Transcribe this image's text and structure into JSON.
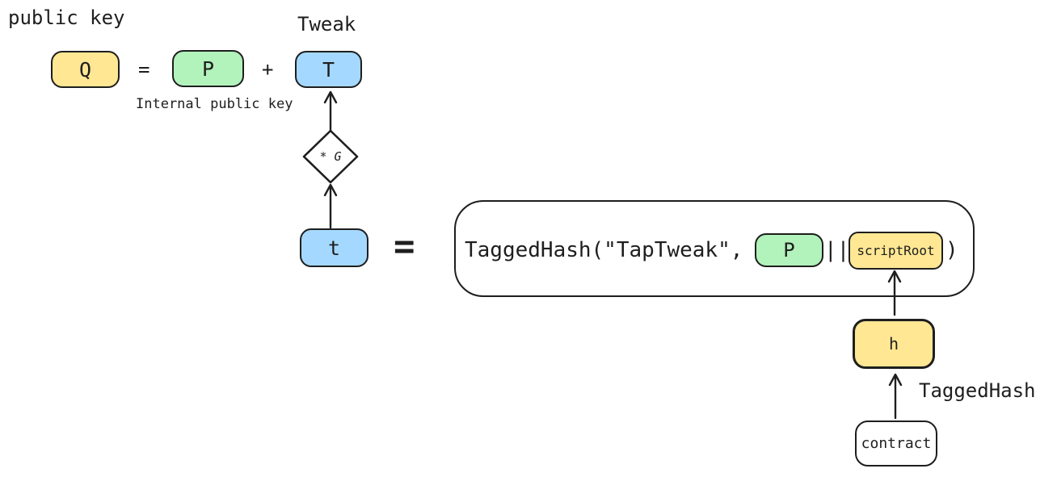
{
  "colors": {
    "stroke": "#1e1e1e",
    "yellow_fill": "#ffe793",
    "green_fill": "#b2f2bb",
    "blue_fill": "#a5d8ff",
    "background": "#ffffff"
  },
  "equation": {
    "public_key_label": "public key",
    "tweak_label": "Tweak",
    "internal_public_key_label": "Internal public key",
    "q_label": "Q",
    "equals": "=",
    "p_label": "P",
    "plus": "+",
    "t_label": "T"
  },
  "generator": {
    "multiply_label": "* G"
  },
  "tweak_scalar": {
    "t_label": "t",
    "equals": "="
  },
  "tagged_hash_expression": {
    "prefix": "TaggedHash(\"TapTweak\", ",
    "p_chip_label": "P",
    "concat_operator": "||",
    "script_root_label": "scriptRoot",
    "suffix": ")"
  },
  "hash_chain": {
    "h_label": "h",
    "tagged_hash_label": "TaggedHash",
    "contract_label": "contract"
  }
}
